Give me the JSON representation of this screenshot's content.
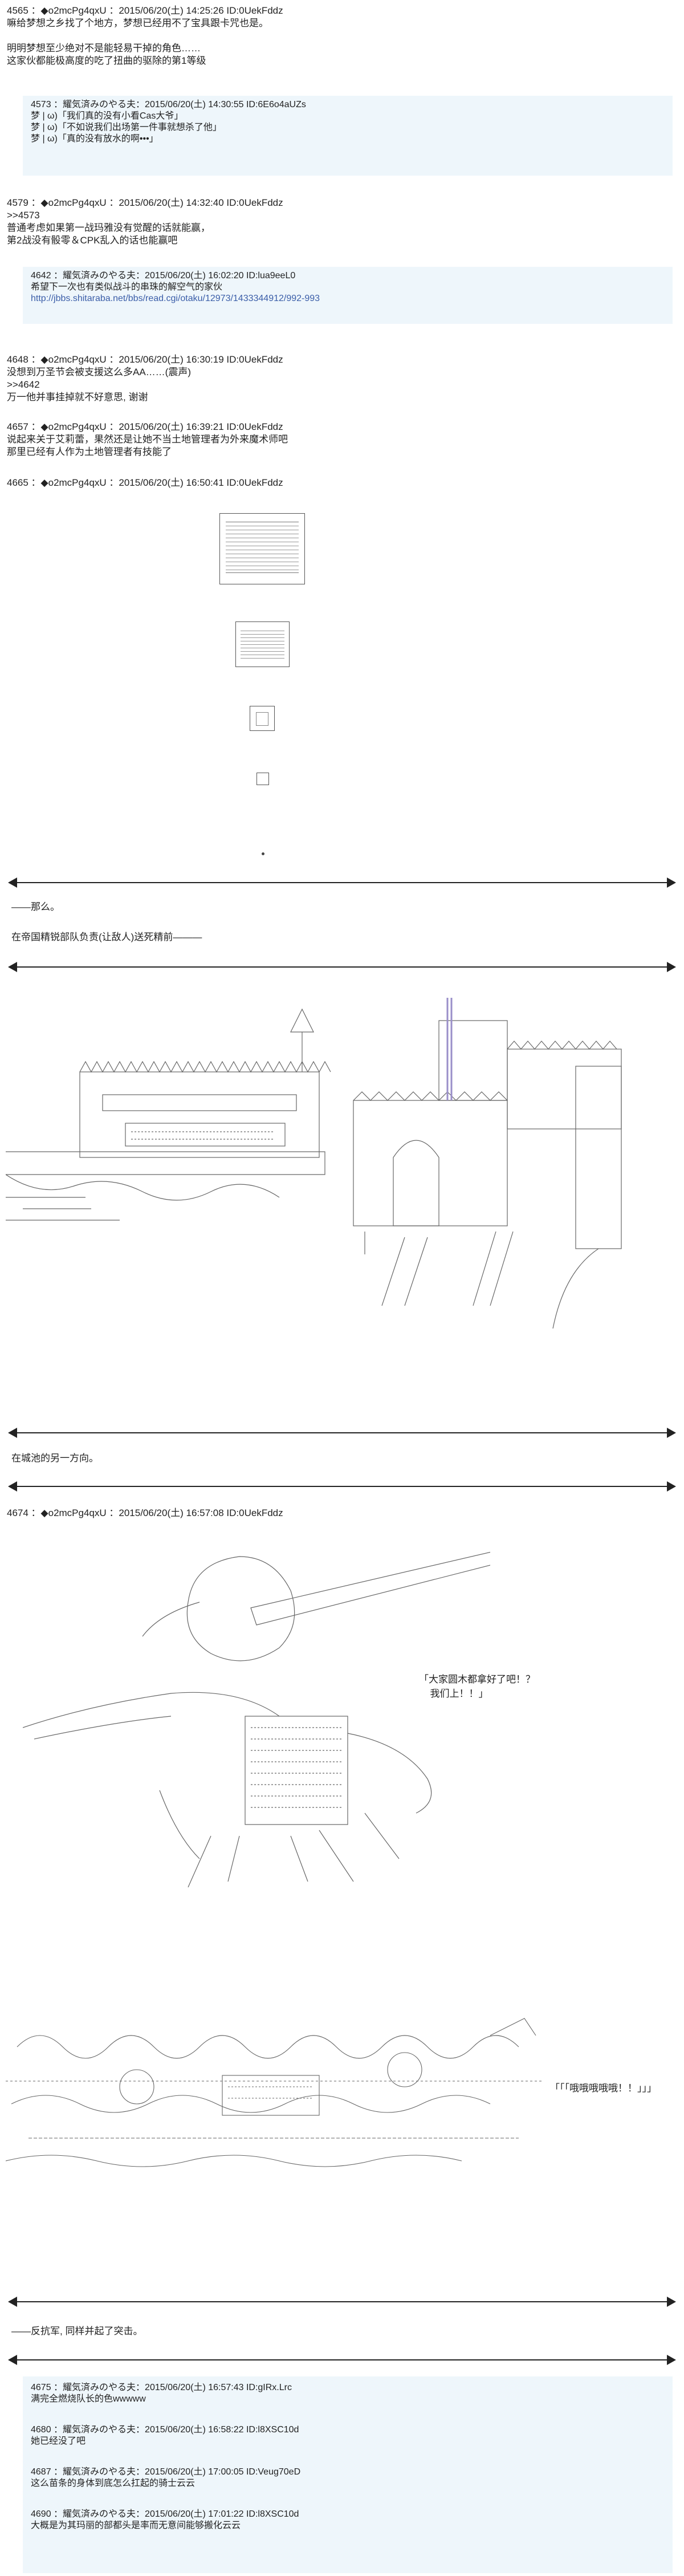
{
  "posts": {
    "p4565": {
      "header": "4565 ：◆o2mcPg4qxU ：2015/06/20(土) 14:25:26 ID:0UekFddz",
      "line1": "嘛给梦想之乡找了个地方，梦想已经用不了宝具跟卡咒也是。",
      "line2": "明明梦想至少绝对不是能轻易干掉的角色……",
      "line3": "这家伙都能极高度的吃了扭曲的驱除的第1等级"
    },
    "q4573": {
      "header": "4573 ：耀気済みのやる夫：2015/06/20(土) 14:30:55 ID:6E6o4aUZs",
      "line1": "梦 | ω)「我们真的没有小看Cas大爷」",
      "line2": "梦 | ω)「不如说我们出场第一件事就想杀了他」",
      "line3": "梦 | ω)「真的没有放水的啊•••」"
    },
    "p4579": {
      "header": "4579 ：◆o2mcPg4qxU ：2015/06/20(土) 14:32:40 ID:0UekFddz",
      "line1": ">>4573",
      "line2": "普通考虑如果第一战玛雅没有觉醒的话就能赢，",
      "line3": "第2战没有骰零＆CPK乱入的话也能赢吧"
    },
    "q4642": {
      "header": "4642 ：耀気済みのやる夫：2015/06/20(土) 16:02:20 ID:lua9eeL0",
      "line1": "希望下一次也有类似战斗的串珠的解空气的家伙",
      "line2": "http://jbbs.shitaraba.net/bbs/read.cgi/otaku/12973/1433344912/992-993"
    },
    "p4648": {
      "header": "4648 ：◆o2mcPg4qxU ：2015/06/20(土) 16:30:19 ID:0UekFddz",
      "line1": "没想到万圣节会被支援这么多AA……(震声)",
      "line2": ">>4642",
      "line3": "万一他并事挂掉就不好意思, 谢谢"
    },
    "p4657": {
      "header": "4657 ：◆o2mcPg4qxU ：2015/06/20(土) 16:39:21 ID:0UekFddz",
      "line1": "说起来关于艾莉蕾，果然还是让她不当土地管理者为外来魔术师吧",
      "line2": "那里已经有人作为土地管理者有技能了"
    },
    "p4665": {
      "header": "4665 ：◆o2mcPg4qxU ：2015/06/20(土) 16:50:41 ID:0UekFddz"
    },
    "p4674": {
      "header": "4674 ：◆o2mcPg4qxU ：2015/06/20(土) 16:57:08 ID:0UekFddz"
    },
    "q4675": {
      "header": "4675 ：耀気済みのやる夫：2015/06/20(土) 16:57:43 ID:gIRx.Lrc",
      "line1": "满完全燃烧队长的色wwwww"
    },
    "q4680": {
      "header": "4680 ：耀気済みのやる夫：2015/06/20(土) 16:58:22 ID:l8XSC10d",
      "line1": "她已经没了吧"
    },
    "q4687": {
      "header": "4687 ：耀気済みのやる夫：2015/06/20(土) 17:00:05 ID:Veug70eD",
      "line1": "这么苗条的身体到底怎么扛起的骑士云云"
    },
    "q4690": {
      "header": "4690 ：耀気済みのやる夫：2015/06/20(土) 17:01:22 ID:l8XSC10d",
      "line1": "大概是为其玛丽的部都头是率而无意间能够搬化云云"
    }
  },
  "story": {
    "cap1": "——那么。",
    "cap2": "在帝国精锐部队负责(让敌人)送死精前———",
    "cap3": "在城池的另一方向。",
    "speech1": "「大家圆木都拿好了吧！？",
    "speech2": "  我们上！！」",
    "shout": "「「「哦哦哦哦哦！！」」」",
    "cap4": "——反抗军, 同样并起了突击。"
  }
}
